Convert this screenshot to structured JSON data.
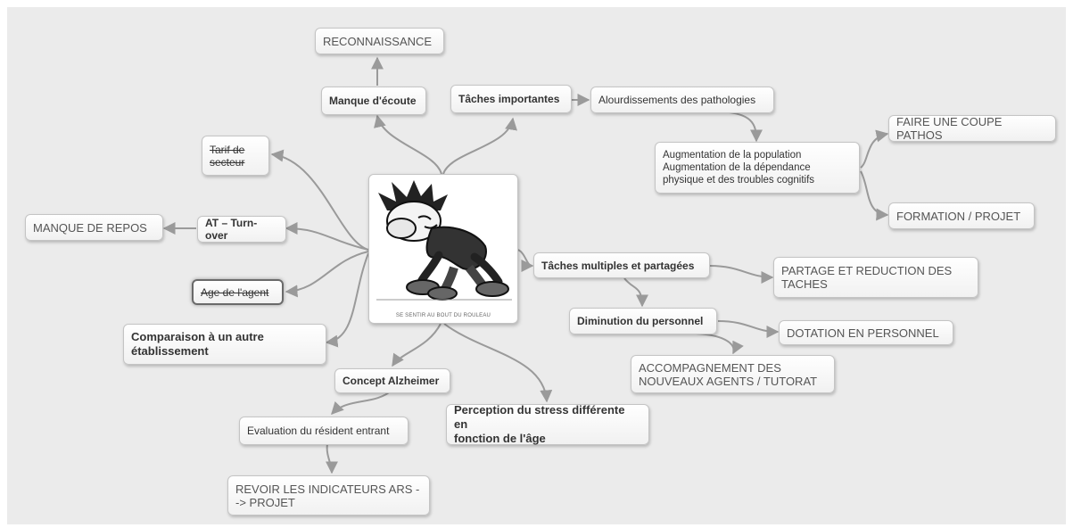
{
  "central": {
    "caption": "SE SENTIR AU BOUT DU ROULEAU",
    "image": "cartoon-character-tired"
  },
  "nodes": {
    "reconnaissance": "RECONNAISSANCE",
    "manque_ecoute": "Manque d'écoute",
    "taches_importantes": "Tâches importantes",
    "alourdissements": "Alourdissements des pathologies",
    "augmentation": "Augmentation de la population\nAugmentation de la dépendance\nphysique et des troubles cognitifs",
    "faire_coupe": "FAIRE UNE COUPE PATHOS",
    "formation": "FORMATION / PROJET",
    "tarif": "Tarif de\nsecteur",
    "at_turnover": "AT – Turn-over",
    "manque_repos": "MANQUE DE REPOS",
    "age_agent": "Age de l'agent",
    "comparaison": "Comparaison à un autre\nétablissement",
    "concept_alzheimer": "Concept Alzheimer",
    "evaluation": "Evaluation du résident entrant",
    "revoir": "REVOIR LES INDICATEURS ARS -\n-> PROJET",
    "perception": "Perception du stress différente en\nfonction de l'âge",
    "taches_multiples": "Tâches multiples et partagées",
    "partage": "PARTAGE ET REDUCTION DES\nTACHES",
    "diminution": "Diminution du personnel",
    "dotation": "DOTATION EN PERSONNEL",
    "accompagnement": "ACCOMPAGNEMENT DES\nNOUVEAUX AGENTS / TUTORAT"
  },
  "colors": {
    "link": "#9a9a9a",
    "background": "#ebebeb"
  }
}
